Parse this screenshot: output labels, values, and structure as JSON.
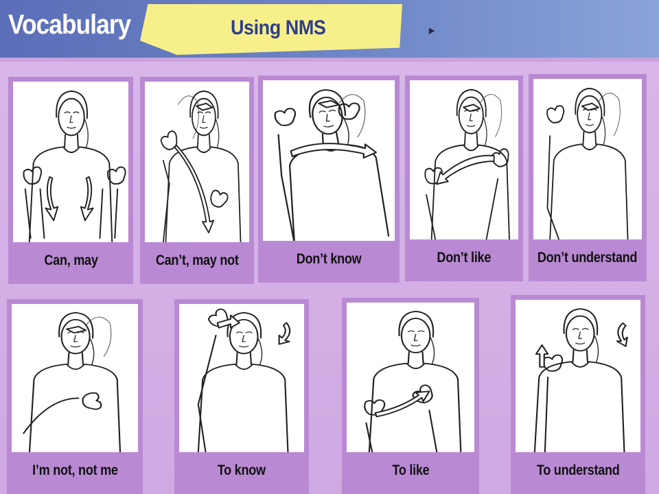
{
  "header": {
    "title": "Vocabulary",
    "subtitle": "Using NMS"
  },
  "colors": {
    "page_background": "#d8b6e8",
    "header_band": "#5b6eb8",
    "subtitle_tab": "#f7f08a",
    "subtitle_text": "#2f3e8c",
    "card_frame": "#b98ad3"
  },
  "cards": [
    {
      "label": "Can, may",
      "icon": "sign-can-may-illustration"
    },
    {
      "label": "Can’t, may not",
      "icon": "sign-cant-may-not-illustration"
    },
    {
      "label": "Don’t know",
      "icon": "sign-dont-know-illustration"
    },
    {
      "label": "Don’t like",
      "icon": "sign-dont-like-illustration"
    },
    {
      "label": "Don’t understand",
      "icon": "sign-dont-understand-illustration"
    },
    {
      "label": "I’m not, not me",
      "icon": "sign-im-not-illustration"
    },
    {
      "label": "To know",
      "icon": "sign-to-know-illustration"
    },
    {
      "label": "To like",
      "icon": "sign-to-like-illustration"
    },
    {
      "label": "To understand",
      "icon": "sign-to-understand-illustration"
    }
  ]
}
